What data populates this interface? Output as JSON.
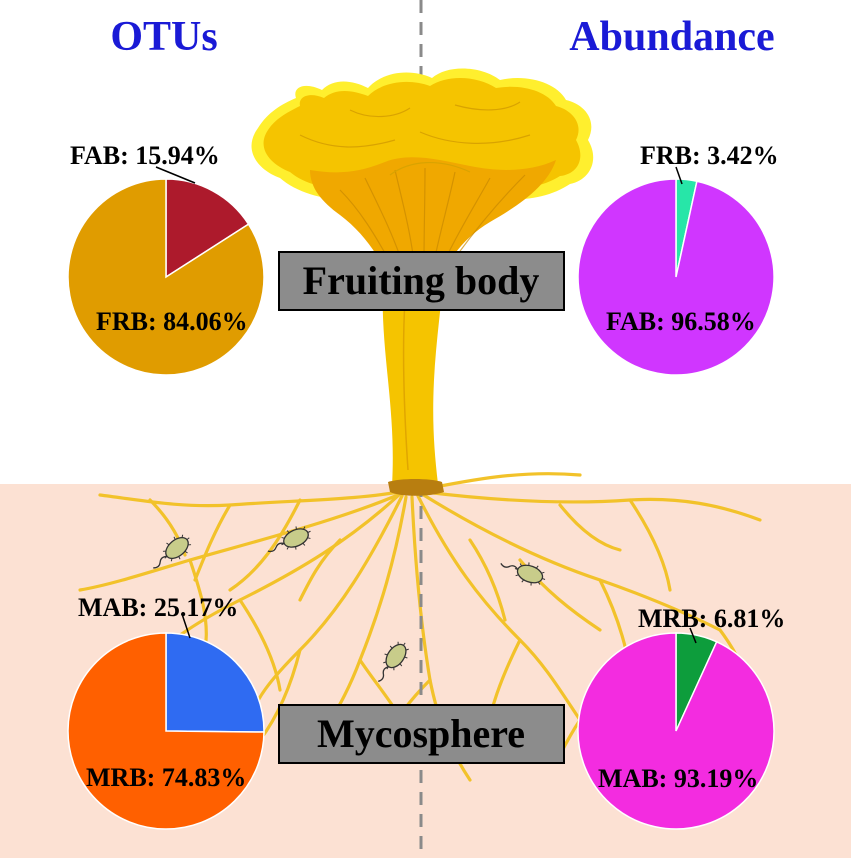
{
  "headers": {
    "left": "OTUs",
    "right": "Abundance"
  },
  "zones": {
    "upper": "Fruiting body",
    "lower": "Mycosphere"
  },
  "colors": {
    "header_text": "#1a1ad6",
    "soil_background": "#fce1d3",
    "divider": "#8a8a8a",
    "label_box_fill": "#8c8c8c",
    "mushroom_fill": "#f5c400",
    "mushroom_glow": "#ffef2e",
    "mushroom_gill": "#f0a800",
    "hyphae": "#f2c22a",
    "bacteria_fill": "#c8cc8a",
    "bacteria_outline": "#333333"
  },
  "chart_data": [
    {
      "type": "pie",
      "panel": "fruiting-body-otus",
      "slices": [
        {
          "label": "FAB: 15.94%",
          "name": "FAB",
          "value": 15.94,
          "color": "#ad1a2c"
        },
        {
          "label": "FRB: 84.06%",
          "name": "FRB",
          "value": 84.06,
          "color": "#e09c00"
        }
      ]
    },
    {
      "type": "pie",
      "panel": "fruiting-body-abundance",
      "slices": [
        {
          "label": "FRB: 3.42%",
          "name": "FRB",
          "value": 3.42,
          "color": "#27e6a8"
        },
        {
          "label": "FAB: 96.58%",
          "name": "FAB",
          "value": 96.58,
          "color": "#d036ff"
        }
      ]
    },
    {
      "type": "pie",
      "panel": "mycosphere-otus",
      "slices": [
        {
          "label": "MAB: 25.17%",
          "name": "MAB",
          "value": 25.17,
          "color": "#2f6bf2"
        },
        {
          "label": "MRB: 74.83%",
          "name": "MRB",
          "value": 74.83,
          "color": "#ff6000"
        }
      ]
    },
    {
      "type": "pie",
      "panel": "mycosphere-abundance",
      "slices": [
        {
          "label": "MRB: 6.81%",
          "name": "MRB",
          "value": 6.81,
          "color": "#0d9d3c"
        },
        {
          "label": "MAB: 93.19%",
          "name": "MAB",
          "value": 93.19,
          "color": "#f32ce0"
        }
      ]
    }
  ]
}
